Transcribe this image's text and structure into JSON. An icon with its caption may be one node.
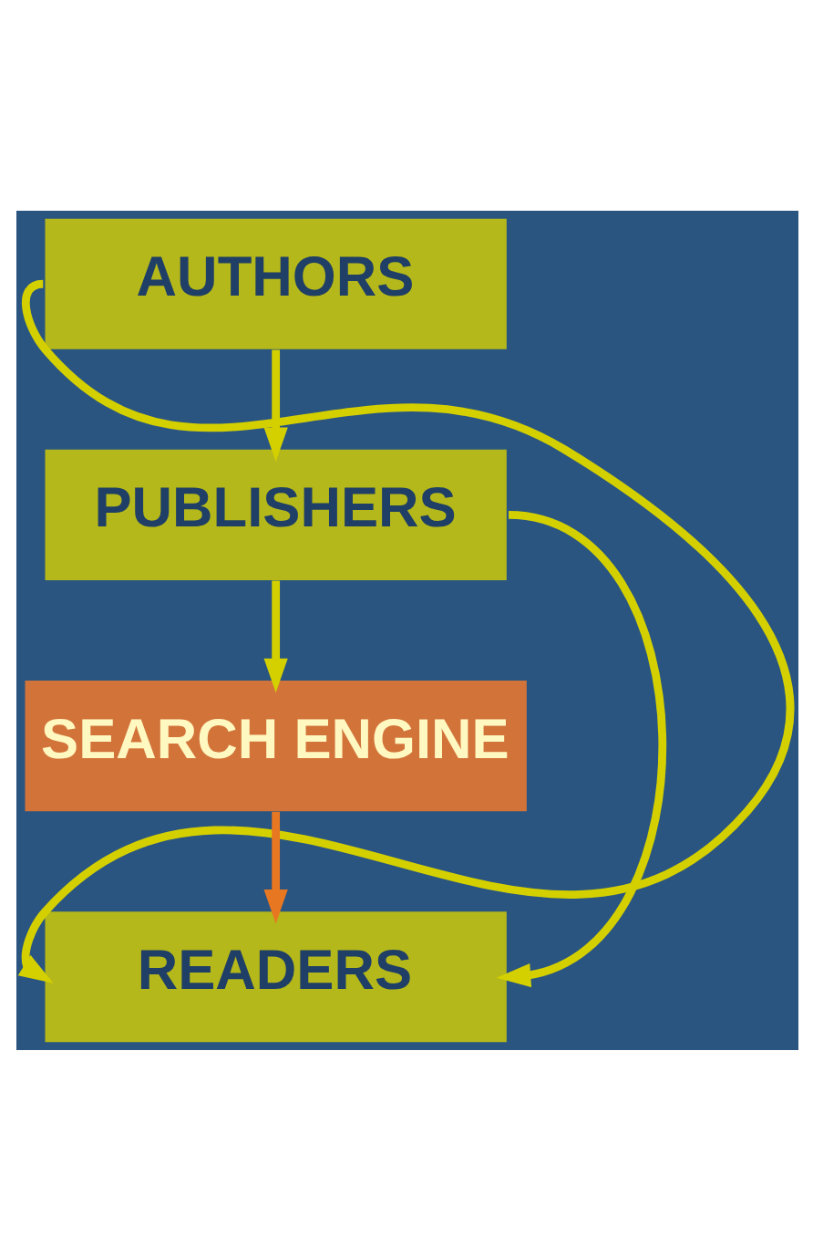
{
  "diagram": {
    "nodes": [
      {
        "text": [
          "AUTHORS"
        ]
      },
      {
        "text": [
          "PUBLISHERS"
        ]
      },
      {
        "text": [
          "SEARCH ENGINE"
        ]
      },
      {
        "text": [
          "READERS"
        ]
      }
    ],
    "edges": [
      {
        "from": 0,
        "to": 1,
        "arrow": "to"
      },
      {
        "from": 1,
        "to": 2,
        "arrow": "to"
      },
      {
        "from": 2,
        "to": 3,
        "arrow": "to",
        "color": "#e87722"
      },
      {
        "from": 0,
        "to": 3,
        "arrow": "to"
      },
      {
        "from": 1,
        "to": 3,
        "arrow": "to"
      }
    ]
  }
}
